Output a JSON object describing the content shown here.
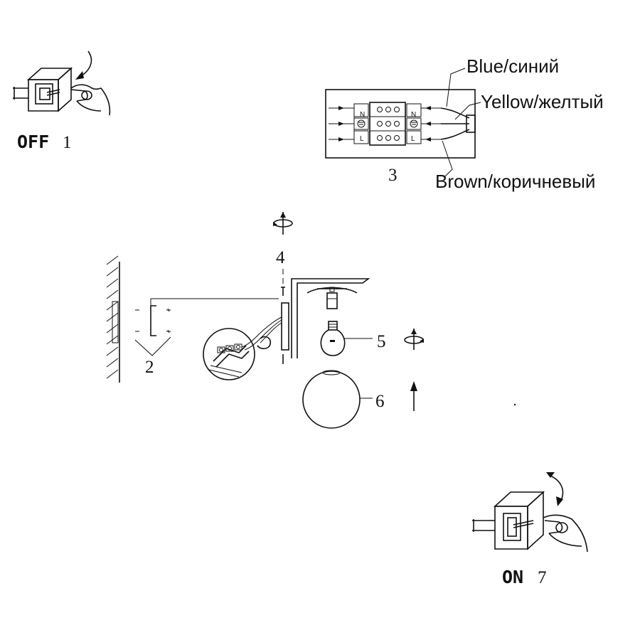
{
  "steps": {
    "off": {
      "word": "OFF",
      "number": "1"
    },
    "step2": {
      "number": "2"
    },
    "step3": {
      "number": "3"
    },
    "step4": {
      "number": "4"
    },
    "step5": {
      "number": "5"
    },
    "step6": {
      "number": "6"
    },
    "on": {
      "word": "ON",
      "number": "7"
    }
  },
  "wires": {
    "blue": "Blue/синий",
    "yellow": "Yellow/желтый",
    "brown": "Brown/коричневый"
  },
  "terminal_marks": {
    "n": "N",
    "l": "L"
  },
  "icons": {
    "off_switch": "switch-off-hand-icon",
    "on_switch": "switch-on-hand-icon",
    "rotate": "rotate-arrow-icon",
    "up_arrow": "up-arrow-icon",
    "bulb": "light-bulb-icon",
    "globe_shade": "globe-shade-icon",
    "terminal_block": "terminal-block-icon",
    "wall": "wall-hatch-icon"
  }
}
